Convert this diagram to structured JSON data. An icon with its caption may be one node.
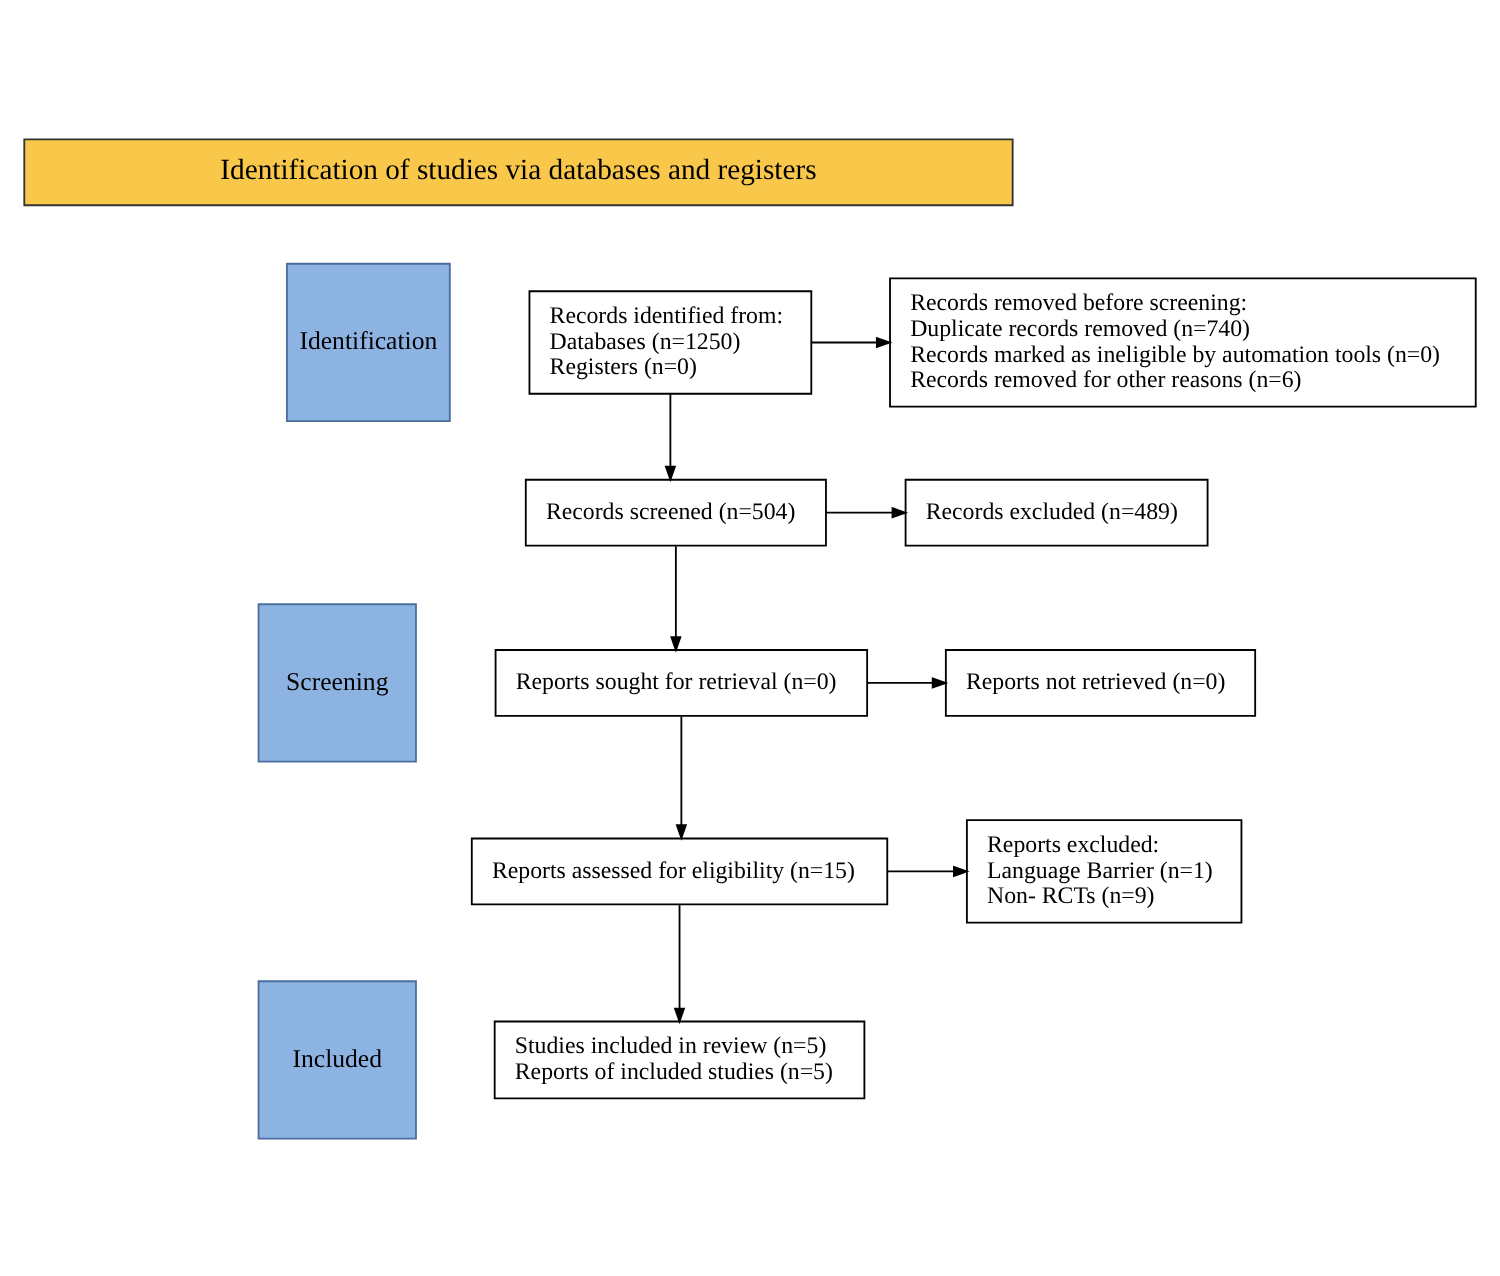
{
  "diagram": {
    "nodes": [
      {
        "text": [
          "Identification of studies via databases and registers"
        ]
      },
      {
        "text": [
          "Identification"
        ]
      },
      {
        "text": [
          "Records identified from:",
          "Databases (n=1250)",
          "Registers (n=0)"
        ]
      },
      {
        "text": [
          "Records removed before screening:",
          "Duplicate records removed (n=740)",
          "Records marked as ineligible by automation tools (n=0)",
          "Records removed for other reasons (n=6)"
        ]
      },
      {
        "text": [
          "Screening"
        ]
      },
      {
        "text": [
          "Records screened (n=504)"
        ]
      },
      {
        "text": [
          "Records excluded (n=489)"
        ]
      },
      {
        "text": [
          "Reports sought for retrieval (n=0)"
        ]
      },
      {
        "text": [
          "Reports not retrieved (n=0)"
        ]
      },
      {
        "text": [
          "Reports assessed for eligibility (n=15)"
        ]
      },
      {
        "text": [
          "Reports excluded:",
          "Language Barrier (n=1)",
          "Non- RCTs (n=9)"
        ]
      },
      {
        "text": [
          "Included"
        ]
      },
      {
        "text": [
          "Studies included in review (n=5)",
          "Reports of included studies (n=5)"
        ]
      }
    ],
    "edges": [
      {
        "from": 2,
        "to": 3,
        "arrow": "to"
      },
      {
        "from": 2,
        "to": 5,
        "arrow": "to"
      },
      {
        "from": 5,
        "to": 6,
        "arrow": "to"
      },
      {
        "from": 5,
        "to": 7,
        "arrow": "to"
      },
      {
        "from": 7,
        "to": 8,
        "arrow": "to"
      },
      {
        "from": 7,
        "to": 9,
        "arrow": "to"
      },
      {
        "from": 9,
        "to": 10,
        "arrow": "to"
      },
      {
        "from": 9,
        "to": 12,
        "arrow": "to"
      }
    ]
  }
}
